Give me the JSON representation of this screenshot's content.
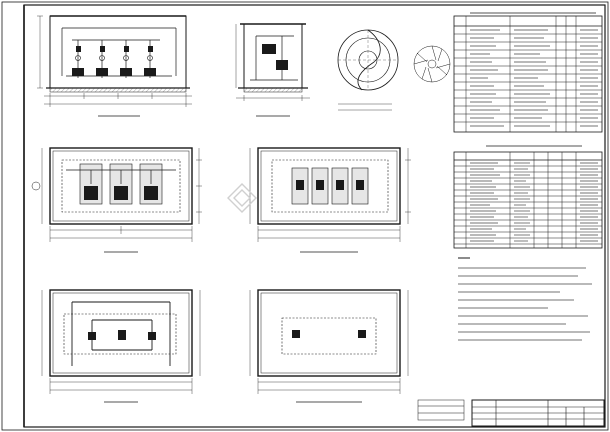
{
  "sheet": {
    "line_color": "#1a1a1a",
    "background": "#ffffff",
    "fill_color": "#e6e6e6",
    "hatch_color": "#555555"
  },
  "drawing": {
    "views": [
      "section-1",
      "section-2",
      "detail-circular-pump",
      "plan-left-upper",
      "plan-right-upper",
      "plan-left-lower",
      "plan-right-lower"
    ],
    "tables": [
      "equipment-table-upper",
      "equipment-table-lower"
    ],
    "notes_block": true,
    "title_block": true
  }
}
